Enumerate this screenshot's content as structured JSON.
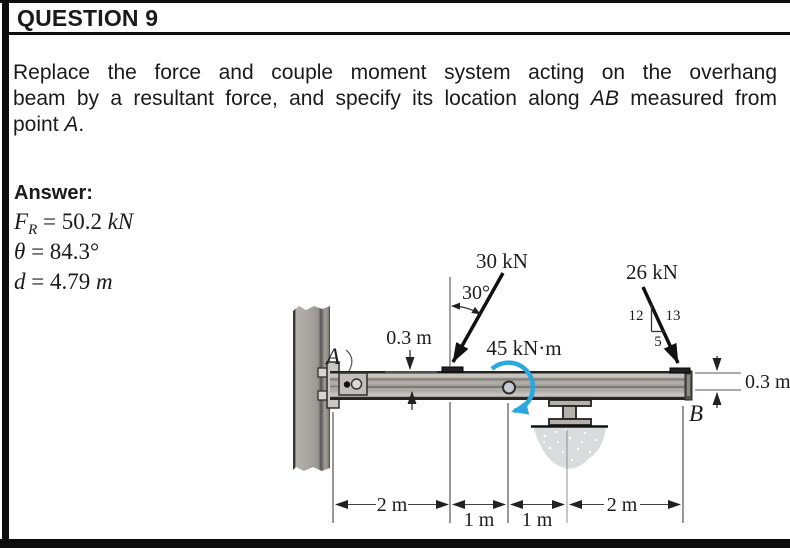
{
  "header": {
    "title": "QUESTION 9"
  },
  "problem": {
    "lines": [
      {
        "s0": "Replace the force and couple moment system acting on the overhang"
      },
      {
        "s0": "beam by a resultant force, and specify its location along ",
        "s1": "AB",
        "s2": " measured from"
      },
      {
        "s0": "point ",
        "s1": "A",
        "s2": "."
      }
    ]
  },
  "answer": {
    "label": "Answer:",
    "lines": [
      {
        "var": "F",
        "sub": "R",
        "eq": " = 50.2 ",
        "unit": "kN"
      },
      {
        "var": "θ",
        "sub": "",
        "eq": " = 84.3°",
        "unit": ""
      },
      {
        "var": "d",
        "sub": "",
        "eq": " = 4.79 ",
        "unit": "m"
      }
    ]
  },
  "diagram": {
    "labels": {
      "force1": "30 kN",
      "angle": "30°",
      "moment": "45 kN·m",
      "force2": "26 kN",
      "slope_vertical": "12",
      "slope_hypotenuse": "13",
      "slope_horizontal": "5",
      "depth_left": "0.3 m",
      "depth_right": "0.3 m",
      "point_a": "A",
      "point_b": "B",
      "dim_1": "2 m",
      "dim_2": "1 m",
      "dim_3": "1 m",
      "dim_4": "2 m"
    },
    "colors": {
      "moment_arrow": "#2BA7DF",
      "beam_gray": "#a8a5a1",
      "footing_gray": "#d8dcdc"
    }
  }
}
